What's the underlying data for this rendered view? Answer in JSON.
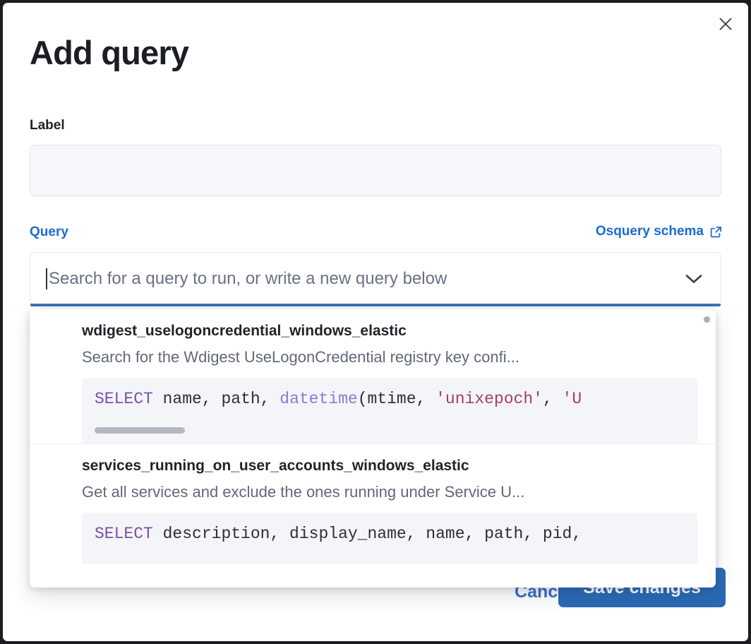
{
  "modal": {
    "title": "Add query",
    "close_icon": "close-icon"
  },
  "label_field": {
    "label": "Label",
    "value": "",
    "placeholder": ""
  },
  "query_field": {
    "label": "Query",
    "schema_link": "Osquery schema",
    "schema_link_icon": "external-link-icon",
    "placeholder": "Search for a query to run, or write a new query below",
    "value": "",
    "chevron_icon": "chevron-down-icon"
  },
  "dropdown": {
    "options": [
      {
        "title": "wdigest_uselogoncredential_windows_elastic",
        "description": "Search for the Wdigest UseLogonCredential registry key confi...",
        "code": {
          "keyword": "SELECT",
          "before_fn": " name, path, ",
          "fn": "datetime",
          "after_fn": "(mtime, ",
          "str1": "'unixepoch'",
          "sep": ", ",
          "str2": "'U"
        }
      },
      {
        "title": "services_running_on_user_accounts_windows_elastic",
        "description": "Get all services and exclude the ones running under Service U...",
        "code": {
          "keyword": "SELECT",
          "rest": " description, display_name, name, path, pid,"
        }
      }
    ]
  },
  "footer": {
    "cancel_label": "Cancel",
    "save_label": "Save changes"
  },
  "colors": {
    "accent_blue": "#1a6bd4",
    "primary_button": "#2a6ab5",
    "focus_underline": "#3c73b9",
    "sql_keyword": "#7b51a8",
    "sql_function": "#8e7ad1",
    "sql_string": "#a8405b"
  }
}
